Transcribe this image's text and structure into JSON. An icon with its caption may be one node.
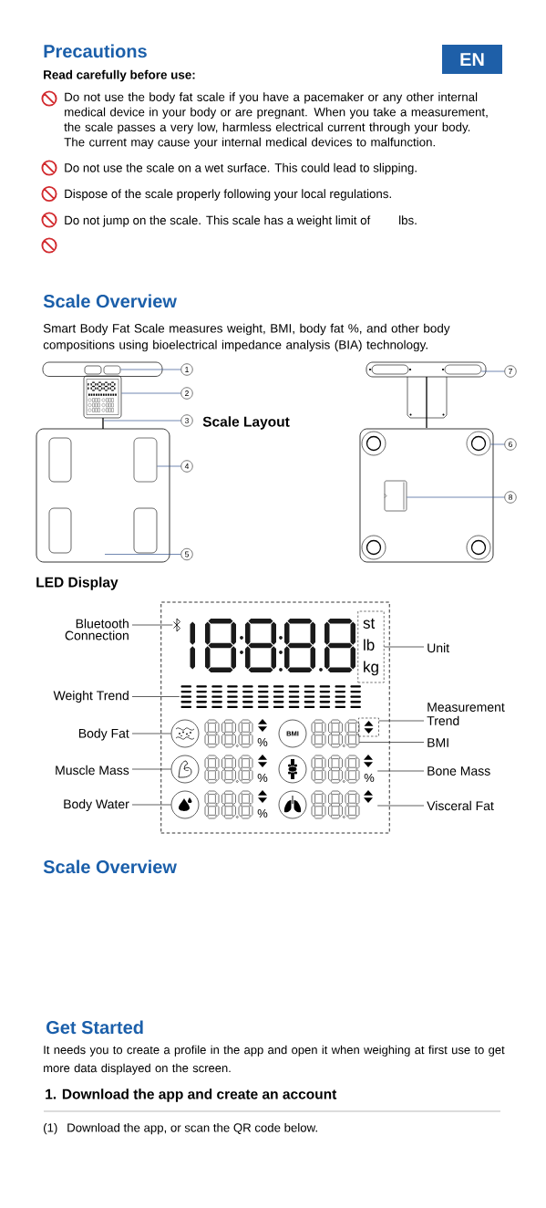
{
  "diagram": {
    "title": "Precautions",
    "nodes": [
      {
        "text": [
          "EN"
        ]
      },
      {
        "text": [
          "1"
        ]
      },
      {
        "text": [
          "2"
        ]
      },
      {
        "text": [
          "3"
        ]
      },
      {
        "text": [
          "4"
        ]
      },
      {
        "text": [
          "5"
        ]
      },
      {
        "text": [
          "7"
        ]
      },
      {
        "text": [
          "6"
        ]
      },
      {
        "text": [
          "8"
        ]
      },
      {
        "text": [],
        "shape": "box"
      },
      {
        "text": [],
        "shape": "picture"
      },
      {
        "text": [],
        "shape": "picture"
      },
      {
        "text": [],
        "shape": "box"
      },
      {
        "text": [],
        "shape": "box"
      },
      {
        "text": [],
        "shape": "circle"
      },
      {
        "text": [],
        "shape": "box"
      },
      {
        "text": [
          "Bluetooth Connection"
        ]
      },
      {
        "text": [
          "Weight Trend"
        ]
      },
      {
        "text": [
          "Body Fat"
        ]
      },
      {
        "text": [
          "Muscle Mass"
        ]
      },
      {
        "text": [
          "Body Water"
        ]
      },
      {
        "text": [],
        "shape": "box"
      },
      {
        "text": [],
        "shape": "picture",
        "in": 21
      },
      {
        "text": [
          "st",
          "lb",
          "kg"
        ],
        "in": 21
      },
      {
        "text": [],
        "shape": "picture",
        "in": 21
      },
      {
        "text": [],
        "shape": "circle",
        "in": 21
      },
      {
        "text": [
          "BMI"
        ],
        "in": 21
      },
      {
        "text": [],
        "shape": "box",
        "in": 21
      },
      {
        "text": [],
        "shape": "picture",
        "in": 21
      },
      {
        "text": [],
        "shape": "circle",
        "in": 21
      },
      {
        "text": [],
        "shape": "circle",
        "in": 21
      },
      {
        "text": [],
        "shape": "picture",
        "in": 21
      },
      {
        "text": [],
        "shape": "circle",
        "in": 21
      },
      {
        "text": [],
        "shape": "circle",
        "in": 21
      },
      {
        "text": [],
        "shape": "picture",
        "in": 21
      },
      {
        "text": [
          "Unit"
        ]
      },
      {
        "text": [
          "Measurement Trend"
        ]
      },
      {
        "text": [
          "BMI"
        ]
      },
      {
        "text": [
          "Bone Mass"
        ]
      },
      {
        "text": [
          "Visceral Fat"
        ]
      }
    ],
    "edges": [
      {
        "from": 1,
        "to": 9,
        "arrow": "none",
        "color": "#34558f"
      },
      {
        "from": 2,
        "to": 10,
        "arrow": "none",
        "color": "#34558f"
      },
      {
        "from": 3,
        "to": 11,
        "arrow": "none",
        "color": "#34558f"
      },
      {
        "from": 4,
        "to": 12,
        "arrow": "none",
        "color": "#34558f"
      },
      {
        "from": 5,
        "to": null,
        "arrow": "none",
        "color": "#34558f"
      },
      {
        "from": 6,
        "to": 13,
        "arrow": "none",
        "color": "#34558f"
      },
      {
        "from": 7,
        "to": 14,
        "arrow": "none",
        "color": "#34558f"
      },
      {
        "from": 8,
        "to": 15,
        "arrow": "none",
        "color": "#34558f"
      },
      {
        "from": 16,
        "to": 22,
        "arrow": "none"
      },
      {
        "from": 17,
        "to": 24,
        "arrow": "none"
      },
      {
        "from": 18,
        "to": 25,
        "arrow": "none"
      },
      {
        "from": 19,
        "to": 29,
        "arrow": "none"
      },
      {
        "from": 20,
        "to": 32,
        "arrow": "none"
      },
      {
        "from": 35,
        "to": 23,
        "arrow": "none"
      },
      {
        "from": 36,
        "to": 27,
        "arrow": "none"
      },
      {
        "from": 37,
        "to": 28,
        "arrow": "none"
      },
      {
        "from": 38,
        "to": 31,
        "arrow": "none"
      },
      {
        "from": 39,
        "to": 34,
        "arrow": "none"
      }
    ],
    "labels": [
      "Read carefully before use:",
      "Do not use the body fat scale if you have a pacemaker or any other internal medical device in your body or are pregnant. When you take a measurement, the scale passes a very low, harmless electrical current through your body. The current may cause your internal medical devices to malfunction.",
      "Do not use the scale on a wet surface. This could lead to slipping.",
      "Dispose of the scale properly following your local regulations.",
      "Do not jump on the scale. This scale has a weight limit of",
      "lbs.",
      "Scale Overview",
      "Smart Body Fat Scale measures weight, BMI, body fat %, and other body compositions using bioelectrical impedance analysis (BIA) technology.",
      "Scale Layout",
      "LED Display",
      "%",
      "%",
      "%",
      "%",
      "Scale Overview",
      "Get Started",
      "It needs you to create a profile in the app and open it when weighing at first use to get more data displayed on the screen.",
      "1. Download the app and create an account",
      "(1)",
      "Download the app, or scan the QR code below."
    ]
  }
}
